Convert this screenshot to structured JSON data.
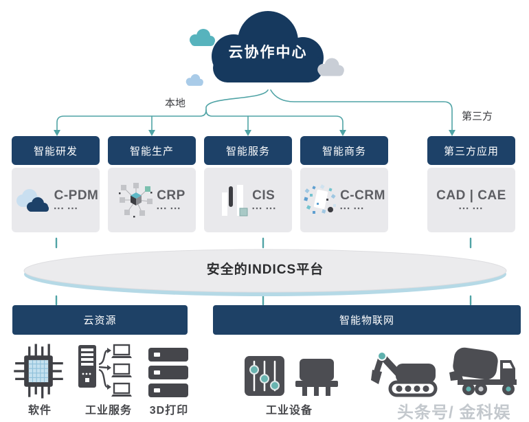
{
  "cloud": {
    "label": "云协作中心"
  },
  "branch_labels": {
    "local": "本地",
    "third_party": "第三方"
  },
  "modules": [
    {
      "title": "智能研发",
      "app": "C-PDM",
      "more": "▪▪▪ ▪▪▪"
    },
    {
      "title": "智能生产",
      "app": "CRP",
      "more": "▪▪▪ ▪▪▪"
    },
    {
      "title": "智能服务",
      "app": "CIS",
      "more": "▪▪▪ ▪▪▪"
    },
    {
      "title": "智能商务",
      "app": "C-CRM",
      "more": "▪▪▪ ▪▪▪"
    },
    {
      "title": "第三方应用",
      "app": "CAD | CAE",
      "more": "▪▪▪ ▪▪▪"
    }
  ],
  "platform": {
    "label": "安全的INDICS平台"
  },
  "foundation": [
    {
      "label": "云资源"
    },
    {
      "label": "智能物联网"
    }
  ],
  "resources": [
    {
      "label": "软件"
    },
    {
      "label": "工业服务"
    },
    {
      "label": "3D打印"
    },
    {
      "label": "工业设备"
    }
  ],
  "watermark": "头条号/ 金科娱",
  "colors": {
    "cloud_navy": "#16395e",
    "box_navy": "#1d4168",
    "connector_teal": "#4fa3a5",
    "card_gray": "#e9e9ec",
    "ellipse_gray": "#ebebed",
    "ellipse_rim_blue": "#b5d9e6",
    "icon_gray": "#4c4d52",
    "accent_teal": "#5fb0ad",
    "light_blue": "#c5e1ef"
  }
}
